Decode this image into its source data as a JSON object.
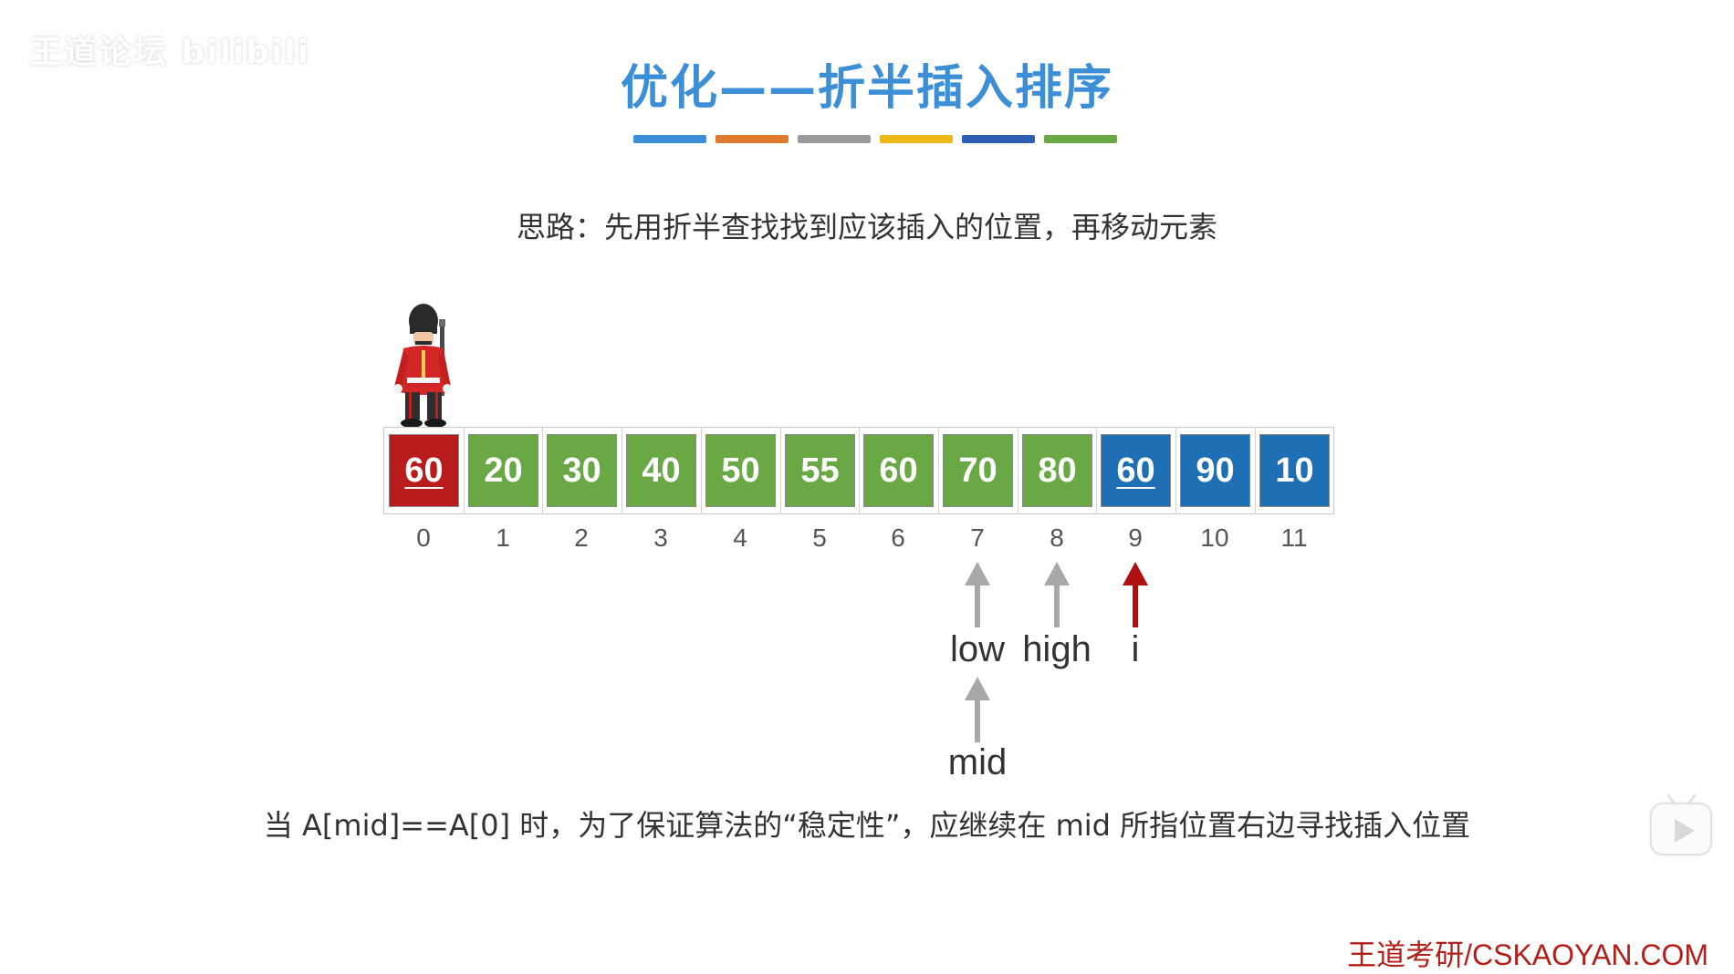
{
  "watermark": "王道论坛 bilibili",
  "title": "优化——折半插入排序",
  "color_bars": [
    "#3c8fd6",
    "#e07a2e",
    "#9b9b9b",
    "#efb81a",
    "#2f5fb0",
    "#6aa845"
  ],
  "idea": "思路：先用折半查找找到应该插入的位置，再移动元素",
  "array": {
    "cells": [
      {
        "value": "60",
        "index": "0",
        "color": "red",
        "underline": true
      },
      {
        "value": "20",
        "index": "1",
        "color": "green",
        "underline": false
      },
      {
        "value": "30",
        "index": "2",
        "color": "green",
        "underline": false
      },
      {
        "value": "40",
        "index": "3",
        "color": "green",
        "underline": false
      },
      {
        "value": "50",
        "index": "4",
        "color": "green",
        "underline": false
      },
      {
        "value": "55",
        "index": "5",
        "color": "green",
        "underline": false
      },
      {
        "value": "60",
        "index": "6",
        "color": "green",
        "underline": false
      },
      {
        "value": "70",
        "index": "7",
        "color": "green",
        "underline": false
      },
      {
        "value": "80",
        "index": "8",
        "color": "green",
        "underline": false
      },
      {
        "value": "60",
        "index": "9",
        "color": "blue",
        "underline": true
      },
      {
        "value": "90",
        "index": "10",
        "color": "blue",
        "underline": false
      },
      {
        "value": "10",
        "index": "11",
        "color": "blue",
        "underline": false
      }
    ]
  },
  "pointers": {
    "low": {
      "label": "low",
      "index": 7
    },
    "high": {
      "label": "high",
      "index": 8
    },
    "i": {
      "label": "i",
      "index": 9
    },
    "mid": {
      "label": "mid",
      "index": 7
    }
  },
  "colors": {
    "red": "#b81c1c",
    "green": "#6aa845",
    "blue": "#1f6fb4",
    "arrow_gray": "#a8a8a8",
    "arrow_red": "#b01010"
  },
  "note": "当 A[mid]==A[0] 时，为了保证算法的“稳定性”，应继续在 mid 所指位置右边寻找插入位置",
  "site": "王道考研/CSKAOYAN.COM"
}
